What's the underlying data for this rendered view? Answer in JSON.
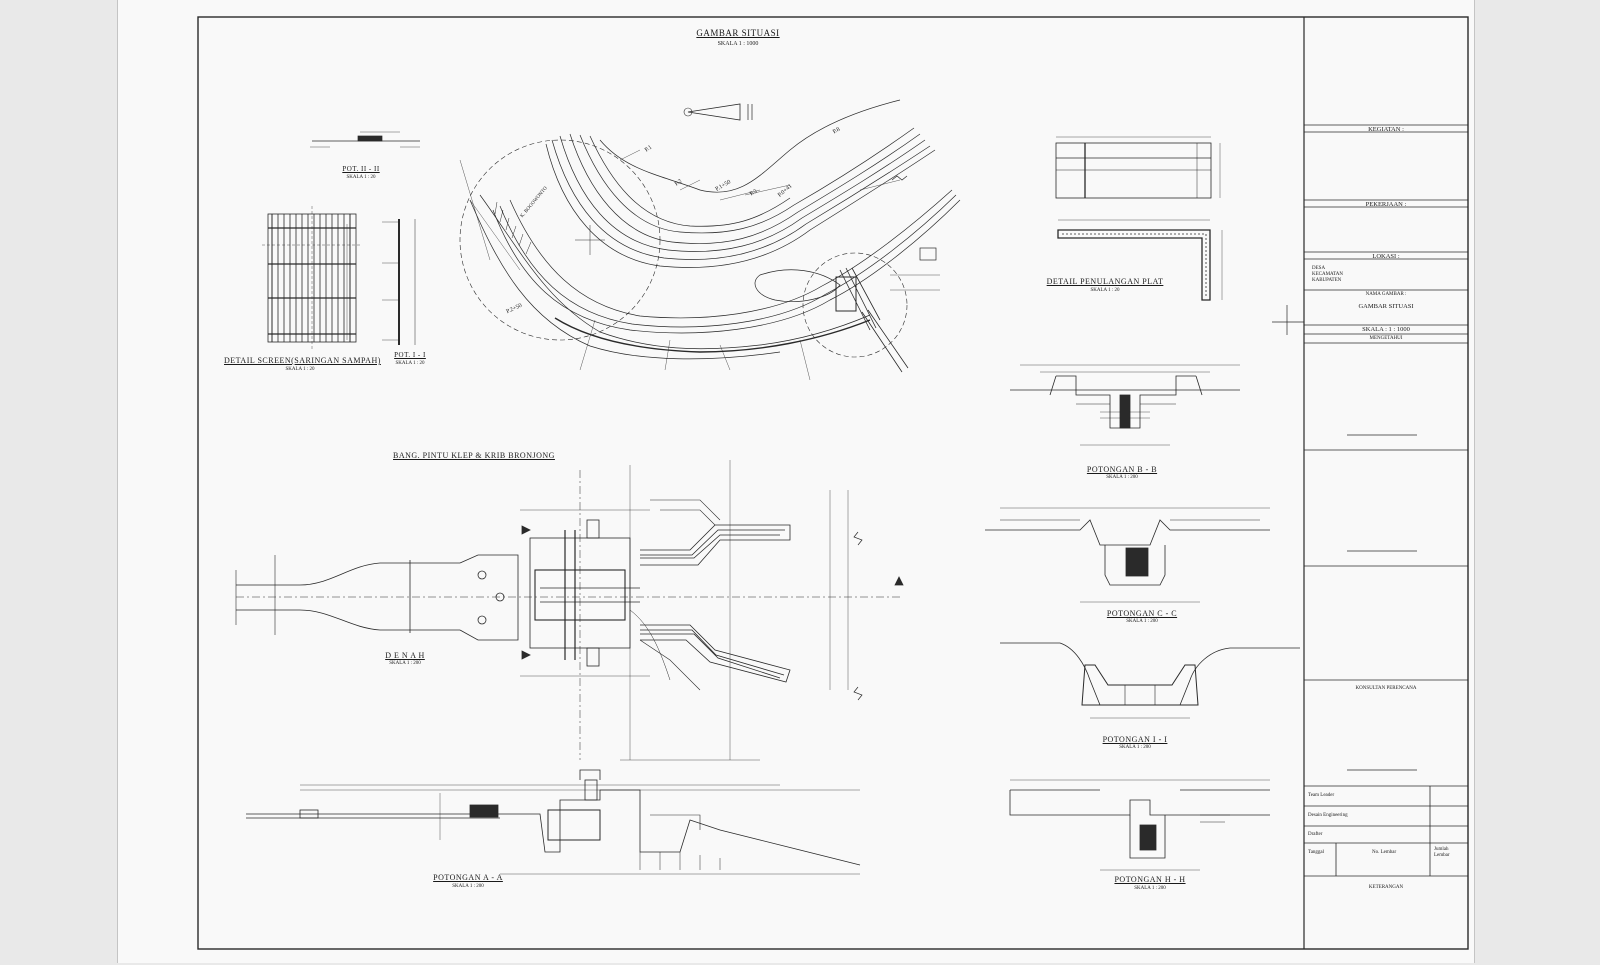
{
  "titles": {
    "situasi": "GAMBAR SITUASI",
    "situasi_scale": "SKALA 1 : 1000",
    "pot_ii": "POT. II - II",
    "pot_ii_scale": "SKALA 1 : 20",
    "screen": "DETAIL SCREEN(SARINGAN SAMPAH)",
    "screen_scale": "SKALA 1 : 20",
    "pot_i": "POT. I - I",
    "pot_i_scale": "SKALA 1 : 20",
    "plat": "DETAIL PENULANGAN PLAT",
    "plat_scale": "SKALA 1 : 20",
    "bang": "BANG. PINTU KLEP & KRIB BRONJONG",
    "denah": "D E N A H",
    "denah_scale": "SKALA 1 : 200",
    "pot_aa": "POTONGAN  A - A",
    "pot_aa_scale": "SKALA 1 : 200",
    "pot_bb": "POTONGAN  B - B",
    "pot_bb_scale": "SKALA 1 : 200",
    "pot_cc": "POTONGAN  C - C",
    "pot_cc_scale": "SKALA 1 : 200",
    "pot_11": "POTONGAN  I - I",
    "pot_11_scale": "SKALA 1 : 200",
    "pot_hh": "POTONGAN  H - H",
    "pot_hh_scale": "SKALA 1 : 200"
  },
  "title_block": {
    "kegiatan": "KEGIATAN :",
    "pekerjaan": "PEKERJAAN :",
    "lokasi": "LOKASI :",
    "desa": "DESA",
    "kecamatan": "KECAMATAN",
    "kabupaten": "KABUPATEN",
    "nama_gambar_label": "NAMA GAMBAR :",
    "nama_gambar": "GAMBAR SITUASI",
    "skala": "SKALA :    1 : 1000",
    "mengetahui": "MENGETAHUI",
    "konsultan": "KONSULTAN PERENCANA",
    "team_leader": "Team Leader",
    "design_engineering": "Desain Engineering",
    "drafter": "Drafter",
    "tanggal": "Tanggal",
    "no_lembar": "No. Lembar",
    "jumlah_lembar": "Jumlah Lembar",
    "keterangan": "KETERANGAN"
  },
  "plan_labels": {
    "p1": "P.1",
    "p2": "P.2",
    "p3": "P.3",
    "p8": "P.8",
    "p150": "P.1+50",
    "p041": "P.0+41",
    "p2150": "P.2+50",
    "river": "K. BOGOWONTO"
  },
  "colors": {
    "line": "#2a2a2a",
    "paper": "#f9f9f9",
    "background": "#e9e9e9"
  }
}
